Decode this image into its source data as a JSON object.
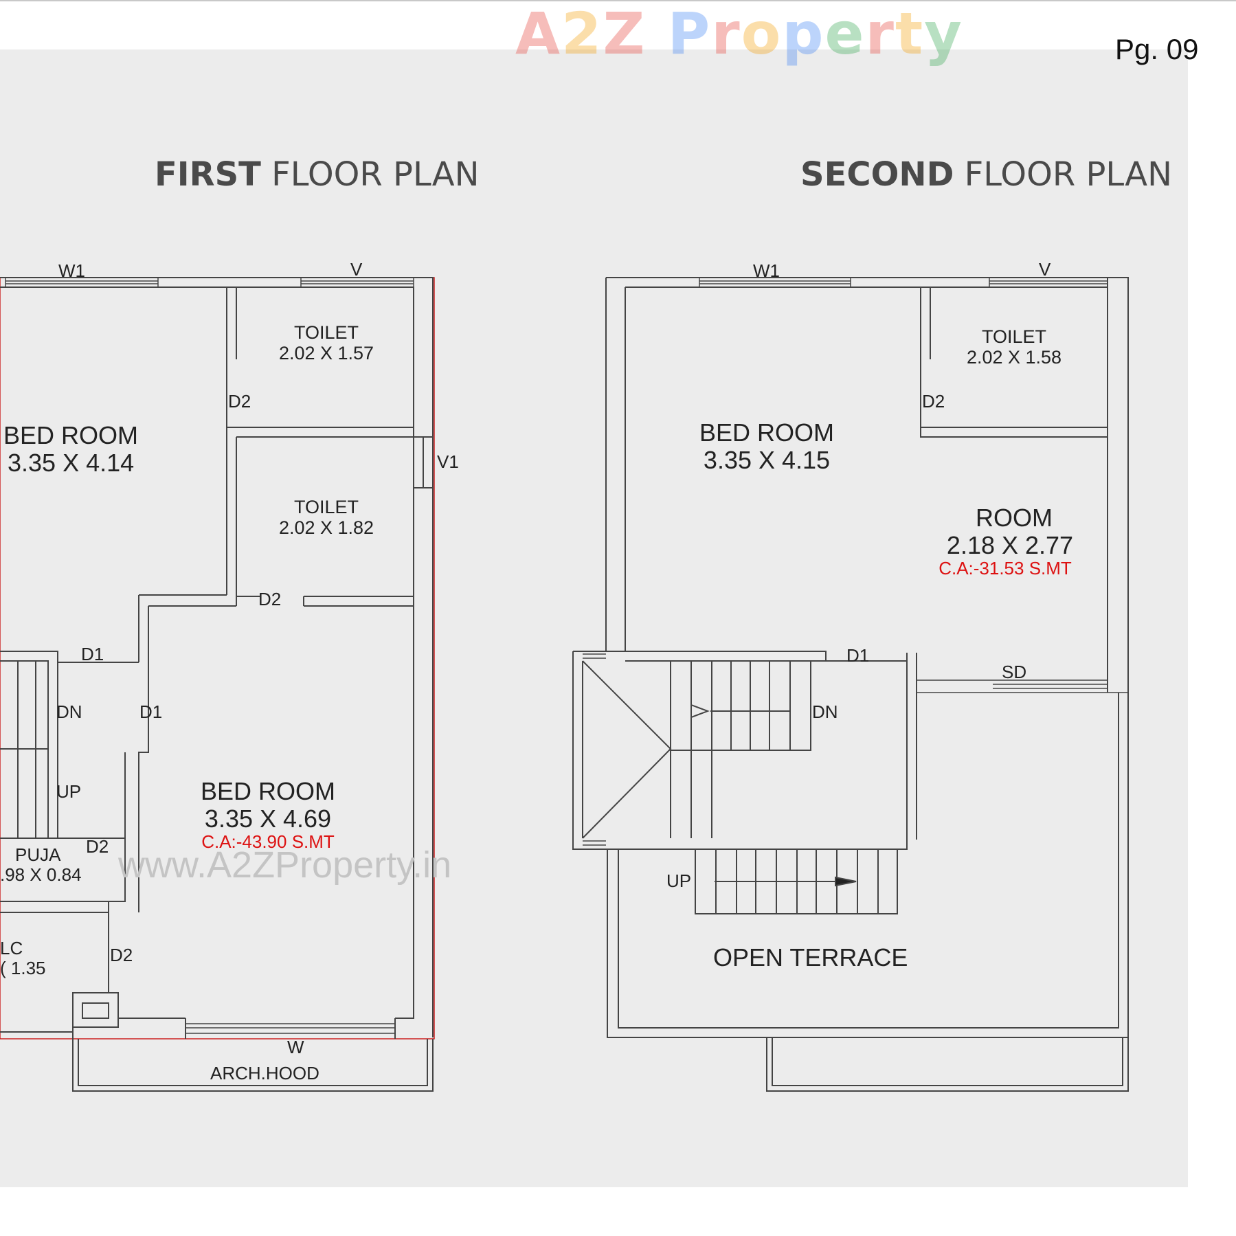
{
  "brand": {
    "logo_text": "A2Z Property",
    "logo_colors": [
      "#e8453c",
      "#f4a20f",
      "#36a853",
      "#4285f4"
    ],
    "watermark": "www.A2ZProperty.in"
  },
  "page_number": "Pg. 09",
  "first_floor": {
    "title_bold": "FIRST",
    "title_rest": " FLOOR PLAN",
    "bedroom1": {
      "name": "BED ROOM",
      "size": "3.35 X 4.14"
    },
    "toilet1": {
      "name": "TOILET",
      "size": "2.02 X 1.57"
    },
    "toilet2": {
      "name": "TOILET",
      "size": "2.02 X 1.82"
    },
    "bedroom2": {
      "name": "BED ROOM",
      "size": "3.35 X 4.69",
      "carpet_area": "C.A:-43.90 S.MT"
    },
    "puja": {
      "name": "PUJA",
      "size": ".98 X 0.84"
    },
    "wc": {
      "name": "LC",
      "size": "( 1.35"
    },
    "arch_hood": "ARCH.HOOD",
    "tags": {
      "w1": "W1",
      "v": "V",
      "v1": "V1",
      "w": "W",
      "d1": "D1",
      "d2": "D2",
      "dn": "DN",
      "up": "UP"
    }
  },
  "second_floor": {
    "title_bold": "SECOND",
    "title_rest": " FLOOR PLAN",
    "bedroom": {
      "name": "BED ROOM",
      "size": "3.35 X 4.15"
    },
    "toilet": {
      "name": "TOILET",
      "size": "2.02 X 1.58"
    },
    "room": {
      "name": "ROOM",
      "size": "2.18 X 2.77",
      "carpet_area": "C.A:-31.53 S.MT"
    },
    "open_terrace": "OPEN TERRACE",
    "tags": {
      "w1": "W1",
      "v": "V",
      "d1": "D1",
      "d2": "D2",
      "sd": "SD",
      "dn": "DN",
      "up": "UP"
    }
  },
  "colors": {
    "panel": "#ececec",
    "wall": "#444444",
    "carpet_area_text": "#dd1111",
    "edge_accent": "#cc2222"
  }
}
